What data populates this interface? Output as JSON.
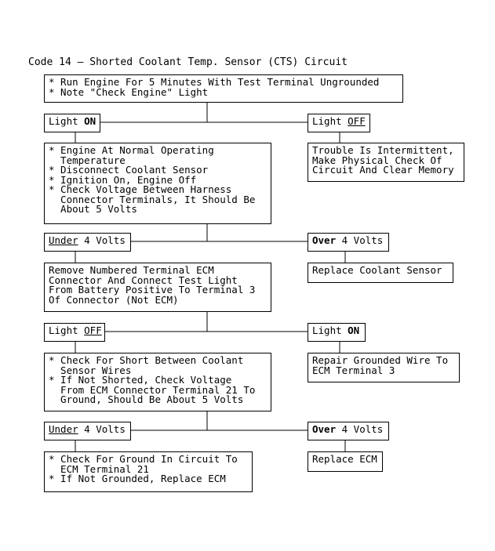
{
  "title": "Code 14 – Shorted Coolant Temp. Sensor (CTS) Circuit",
  "step1": {
    "lines": [
      "* Run Engine For 5 Minutes With Test Terminal Ungrounded",
      "* Note \"Check Engine\" Light"
    ]
  },
  "branch1": {
    "left_prefix": "Light ",
    "left_em": "ON",
    "right_prefix": "Light ",
    "right_em": "OFF"
  },
  "step2": {
    "lines": [
      "* Engine At Normal Operating",
      "  Temperature",
      "* Disconnect Coolant Sensor",
      "* Ignition On, Engine Off",
      "* Check Voltage Between Harness",
      "  Connector Terminals, It Should Be",
      "  About 5 Volts"
    ]
  },
  "result_off": {
    "lines": [
      "Trouble Is Intermittent,",
      "Make Physical Check Of",
      "Circuit And Clear Memory"
    ]
  },
  "branch2": {
    "left_em": "Under",
    "left_suffix": " 4 Volts",
    "right_em": "Over",
    "right_suffix": " 4 Volts"
  },
  "step3": {
    "lines": [
      "Remove Numbered Terminal ECM",
      "Connector And Connect Test Light",
      "From Battery Positive To Terminal 3",
      "Of Connector (Not ECM)"
    ]
  },
  "result_replace_sensor": {
    "text": "Replace Coolant Sensor"
  },
  "branch3": {
    "left_prefix": "Light ",
    "left_em": "OFF",
    "right_prefix": "Light ",
    "right_em": "ON"
  },
  "step4": {
    "lines": [
      "* Check For Short Between Coolant",
      "  Sensor Wires",
      "* If Not Shorted, Check Voltage",
      "  From ECM Connector Terminal 21 To",
      "  Ground, Should Be About 5 Volts"
    ]
  },
  "result_repair_wire": {
    "lines": [
      "Repair Grounded Wire To",
      "ECM Terminal 3"
    ]
  },
  "branch4": {
    "left_em": "Under",
    "left_suffix": " 4 Volts",
    "right_em": "Over",
    "right_suffix": " 4 Volts"
  },
  "step5": {
    "lines": [
      "* Check For Ground In Circuit To",
      "  ECM Terminal 21",
      "* If Not Grounded, Replace ECM"
    ]
  },
  "result_replace_ecm": {
    "text": "Replace ECM"
  }
}
